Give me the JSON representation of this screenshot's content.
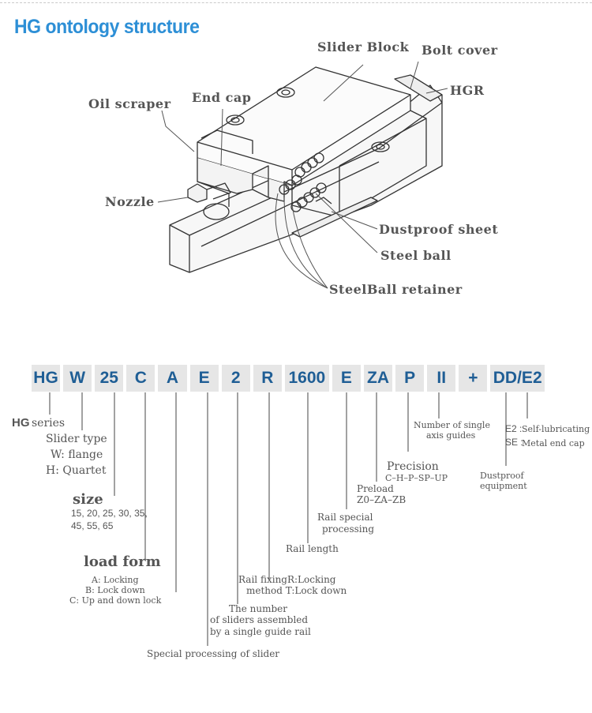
{
  "title": "HG ontology structure",
  "structure_labels": {
    "slider_block": "Slider Block",
    "bolt_cover": "Bolt cover",
    "hgr": "HGR",
    "oil_scraper": "Oil scraper",
    "end_cap": "End cap",
    "nozzle": "Nozzle",
    "dustproof_sheet": "Dustproof sheet",
    "steel_ball": "Steel ball",
    "steelball_retainer": "SteelBall retainer"
  },
  "code_segments": [
    "HG",
    "W",
    "25",
    "C",
    "A",
    "E",
    "2",
    "R",
    "1600",
    "E",
    "ZA",
    "P",
    "II",
    "+",
    "DD/E2"
  ],
  "legend": {
    "series_code": "HG",
    "series": "series",
    "slider_type": "Slider type",
    "slider_w": "W: flange",
    "slider_h": "H: Quartet",
    "size": "size",
    "size_values_1": "15, 20, 25, 30, 35,",
    "size_values_2": "45, 55, 65",
    "load_form": "load form",
    "load_a": "A: Locking",
    "load_b": "B: Lock down",
    "load_c": "C: Up and down lock",
    "rail_fixing_1": "Rail fixingR:Locking",
    "rail_fixing_2": "method T:Lock down",
    "num_sliders_1": "The number",
    "num_sliders_2": "of sliders assembled",
    "num_sliders_3": "by a single guide rail",
    "special_slider": "Special processing of slider",
    "rail_length": "Rail length",
    "rail_special_1": "Rail special",
    "rail_special_2": "processing",
    "preload": "Preload",
    "preload_values": "Z0–ZA–ZB",
    "precision": "Precision",
    "precision_values": "C–H–P–SP–UP",
    "num_axis_1": "Number of single",
    "num_axis_2": "axis guides",
    "dustproof_1": "Dustproof",
    "dustproof_2": "equipment",
    "e2_code": "E2 :",
    "e2_label": "Self-lubricating",
    "se_code": "SE :",
    "se_label": "Metal end cap"
  }
}
